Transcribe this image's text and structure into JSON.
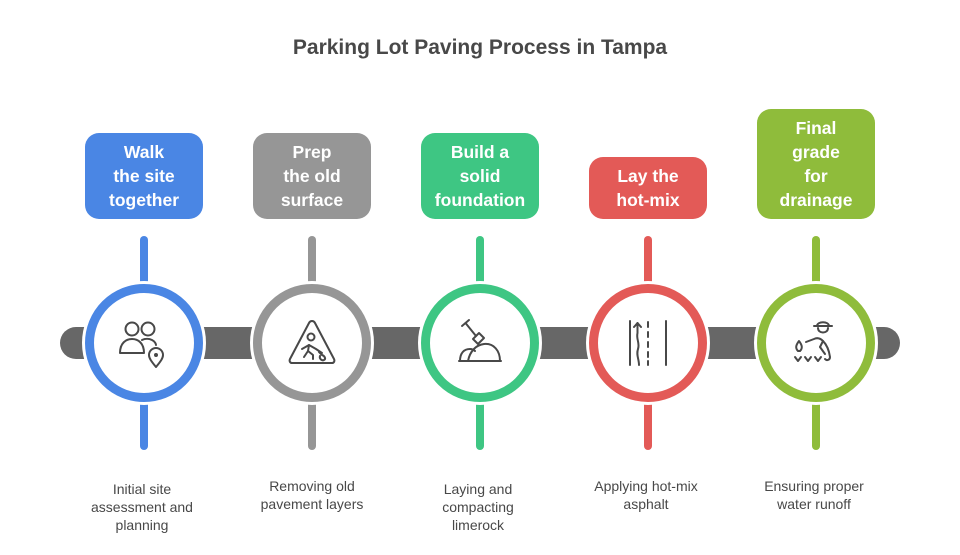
{
  "title": "Parking Lot Paving Process in Tampa",
  "steps": [
    {
      "label": "Walk\nthe site\ntogether",
      "icon": "people-location-icon",
      "description": "Initial site\nassessment and\nplanning",
      "color": "#4a86e4"
    },
    {
      "label": "Prep\nthe old\nsurface",
      "icon": "construction-worker-sign-icon",
      "description": "Removing old\npavement layers",
      "color": "#969696"
    },
    {
      "label": "Build a\nsolid\nfoundation",
      "icon": "shovel-dirt-icon",
      "description": "Laying and\ncompacting\nlimerock",
      "color": "#3ec683"
    },
    {
      "label": "Lay the\nhot-mix",
      "icon": "road-lanes-icon",
      "description": "Applying hot-mix\nasphalt",
      "color": "#e35a57"
    },
    {
      "label": "Final\ngrade\nfor\ndrainage",
      "icon": "gardener-water-icon",
      "description": "Ensuring proper\nwater runoff",
      "color": "#8fbc3b"
    }
  ],
  "timeline_color": "#676767"
}
